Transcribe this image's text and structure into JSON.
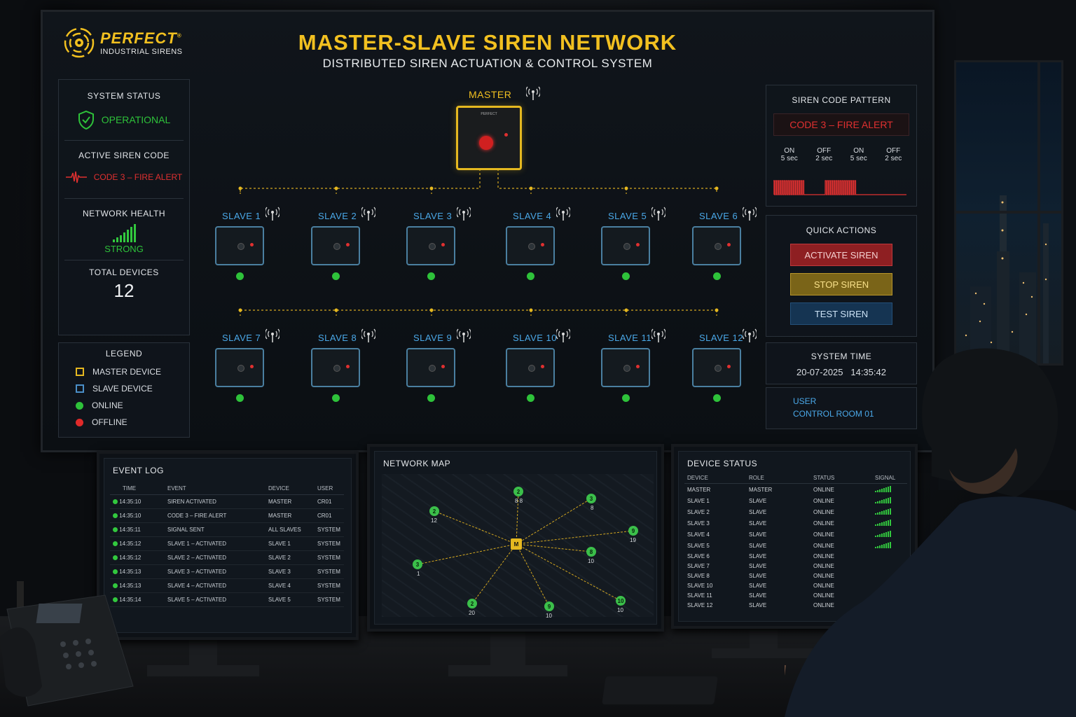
{
  "brand": {
    "name": "PERFECT",
    "tm": "®",
    "tagline": "INDUSTRIAL SIRENS"
  },
  "header": {
    "title": "MASTER-SLAVE SIREN NETWORK",
    "subtitle": "DISTRIBUTED SIREN ACTUATION & CONTROL SYSTEM"
  },
  "system_status": {
    "label": "SYSTEM STATUS",
    "value": "OPERATIONAL"
  },
  "active_code": {
    "label": "ACTIVE SIREN CODE",
    "value": "CODE 3 – FIRE ALERT"
  },
  "network_health": {
    "label": "NETWORK HEALTH",
    "value": "STRONG"
  },
  "total_devices": {
    "label": "TOTAL DEVICES",
    "value": "12"
  },
  "legend": {
    "title": "LEGEND",
    "items": [
      {
        "label": "MASTER DEVICE",
        "color": "#e5b820"
      },
      {
        "label": "SLAVE DEVICE",
        "color": "#4a8fc8"
      },
      {
        "label": "ONLINE",
        "color": "#2ec23a"
      },
      {
        "label": "OFFLINE",
        "color": "#e02a2a"
      }
    ]
  },
  "master": {
    "label": "MASTER",
    "brand": "PERFECT"
  },
  "slaves": [
    {
      "label": "SLAVE 1"
    },
    {
      "label": "SLAVE 2"
    },
    {
      "label": "SLAVE 3"
    },
    {
      "label": "SLAVE 4"
    },
    {
      "label": "SLAVE 5"
    },
    {
      "label": "SLAVE 6"
    },
    {
      "label": "SLAVE 7"
    },
    {
      "label": "SLAVE 8"
    },
    {
      "label": "SLAVE 9"
    },
    {
      "label": "SLAVE 10"
    },
    {
      "label": "SLAVE 11"
    },
    {
      "label": "SLAVE 12"
    }
  ],
  "code_pattern": {
    "title": "SIREN CODE PATTERN",
    "code": "CODE 3 – FIRE ALERT",
    "segments": [
      {
        "state": "ON",
        "duration": "5 sec"
      },
      {
        "state": "OFF",
        "duration": "2 sec"
      },
      {
        "state": "ON",
        "duration": "5 sec"
      },
      {
        "state": "OFF",
        "duration": "2 sec"
      }
    ]
  },
  "quick_actions": {
    "title": "QUICK ACTIONS",
    "activate": "ACTIVATE SIREN",
    "stop": "STOP SIREN",
    "test": "TEST SIREN"
  },
  "system_time": {
    "label": "SYSTEM TIME",
    "date": "20-07-2025",
    "time": "14:35:42"
  },
  "user": {
    "label": "USER",
    "value": "CONTROL ROOM 01"
  },
  "event_log": {
    "title": "EVENT LOG",
    "columns": [
      "TIME",
      "EVENT",
      "DEVICE",
      "USER"
    ],
    "rows": [
      [
        "14:35:10",
        "SIREN ACTIVATED",
        "MASTER",
        "CR01"
      ],
      [
        "14:35:10",
        "CODE 3 – FIRE ALERT",
        "MASTER",
        "CR01"
      ],
      [
        "14:35:11",
        "SIGNAL SENT",
        "ALL SLAVES",
        "SYSTEM"
      ],
      [
        "14:35:12",
        "SLAVE 1 – ACTIVATED",
        "SLAVE 1",
        "SYSTEM"
      ],
      [
        "14:35:12",
        "SLAVE 2 – ACTIVATED",
        "SLAVE 2",
        "SYSTEM"
      ],
      [
        "14:35:13",
        "SLAVE 3 – ACTIVATED",
        "SLAVE 3",
        "SYSTEM"
      ],
      [
        "14:35:13",
        "SLAVE 4 – ACTIVATED",
        "SLAVE 4",
        "SYSTEM"
      ],
      [
        "14:35:14",
        "SLAVE 5 – ACTIVATED",
        "SLAVE 5",
        "SYSTEM"
      ]
    ]
  },
  "network_map": {
    "title": "NETWORK MAP",
    "master_marker": "M",
    "nodes": [
      {
        "badge": "2",
        "label": "8 8"
      },
      {
        "badge": "3",
        "label": "8"
      },
      {
        "badge": "2",
        "label": "12"
      },
      {
        "badge": "9",
        "label": "19"
      },
      {
        "badge": "3",
        "label": "1"
      },
      {
        "badge": "8",
        "label": "10"
      },
      {
        "badge": "2",
        "label": "20"
      },
      {
        "badge": "9",
        "label": "10"
      },
      {
        "badge": "10",
        "label": "10"
      }
    ]
  },
  "device_status": {
    "title": "DEVICE STATUS",
    "columns": [
      "DEVICE",
      "ROLE",
      "STATUS",
      "SIGNAL"
    ],
    "rows": [
      [
        "MASTER",
        "MASTER",
        "ONLINE"
      ],
      [
        "SLAVE 1",
        "SLAVE",
        "ONLINE"
      ],
      [
        "SLAVE 2",
        "SLAVE",
        "ONLINE"
      ],
      [
        "SLAVE 3",
        "SLAVE",
        "ONLINE"
      ],
      [
        "SLAVE 4",
        "SLAVE",
        "ONLINE"
      ],
      [
        "SLAVE 5",
        "SLAVE",
        "ONLINE"
      ],
      [
        "SLAVE 6",
        "SLAVE",
        "ONLINE"
      ],
      [
        "SLAVE 7",
        "SLAVE",
        "ONLINE"
      ],
      [
        "SLAVE 8",
        "SLAVE",
        "ONLINE"
      ],
      [
        "SLAVE 10",
        "SLAVE",
        "ONLINE"
      ],
      [
        "SLAVE 11",
        "SLAVE",
        "ONLINE"
      ],
      [
        "SLAVE 12",
        "SLAVE",
        "ONLINE"
      ]
    ]
  },
  "colors": {
    "accent": "#f2c020",
    "online": "#2ec23a",
    "alert": "#e03030",
    "slave": "#4a8fc8"
  }
}
